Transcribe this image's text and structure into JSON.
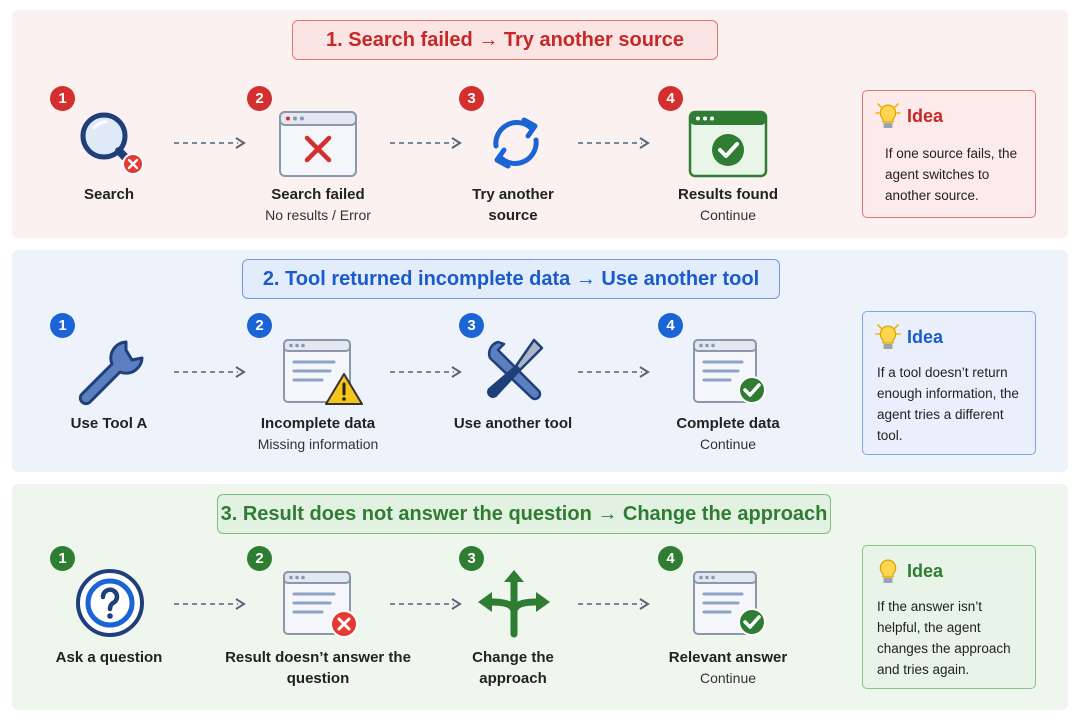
{
  "colors": {
    "red": "#d32f2f",
    "blue": "#1a64d6",
    "green": "#2e7d32",
    "icon_navy": "#1f3f7a",
    "warning_yellow": "#f5c518"
  },
  "sections": [
    {
      "title": "1. Search failed → Try another source",
      "steps": [
        {
          "num": "1",
          "label": "Search",
          "sub": "",
          "icon": "magnifier-error-icon"
        },
        {
          "num": "2",
          "label": "Search failed",
          "sub": "No results / Error",
          "icon": "browser-x-icon"
        },
        {
          "num": "3",
          "label": "Try another source",
          "sub": "",
          "icon": "refresh-icon"
        },
        {
          "num": "4",
          "label": "Results found",
          "sub": "Continue",
          "icon": "browser-check-icon"
        }
      ],
      "idea": {
        "title": "Idea",
        "text": "If one source fails, the agent switches to another source.",
        "icon": "lightbulb-icon"
      }
    },
    {
      "title": "2. Tool returned incomplete data → Use another tool",
      "steps": [
        {
          "num": "1",
          "label": "Use Tool A",
          "sub": "",
          "icon": "wrench-icon"
        },
        {
          "num": "2",
          "label": "Incomplete data",
          "sub": "Missing information",
          "icon": "document-warning-icon"
        },
        {
          "num": "3",
          "label": "Use another tool",
          "sub": "",
          "icon": "tools-icon"
        },
        {
          "num": "4",
          "label": "Complete data",
          "sub": "Continue",
          "icon": "document-check-icon"
        }
      ],
      "idea": {
        "title": "Idea",
        "text": "If a tool doesn’t return enough information, the agent tries a different tool.",
        "icon": "lightbulb-icon"
      }
    },
    {
      "title": "3. Result does not answer the question → Change the approach",
      "steps": [
        {
          "num": "1",
          "label": "Ask a question",
          "sub": "",
          "icon": "question-icon"
        },
        {
          "num": "2",
          "label": "Result doesn’t answer the question",
          "sub": "",
          "icon": "document-x-icon"
        },
        {
          "num": "3",
          "label": "Change the approach",
          "sub": "",
          "icon": "split-arrows-icon"
        },
        {
          "num": "4",
          "label": "Relevant answer",
          "sub": "Continue",
          "icon": "document-check-icon"
        }
      ],
      "idea": {
        "title": "Idea",
        "text": "If the answer isn’t helpful, the agent changes the approach and tries again.",
        "icon": "lightbulb-icon"
      }
    }
  ]
}
